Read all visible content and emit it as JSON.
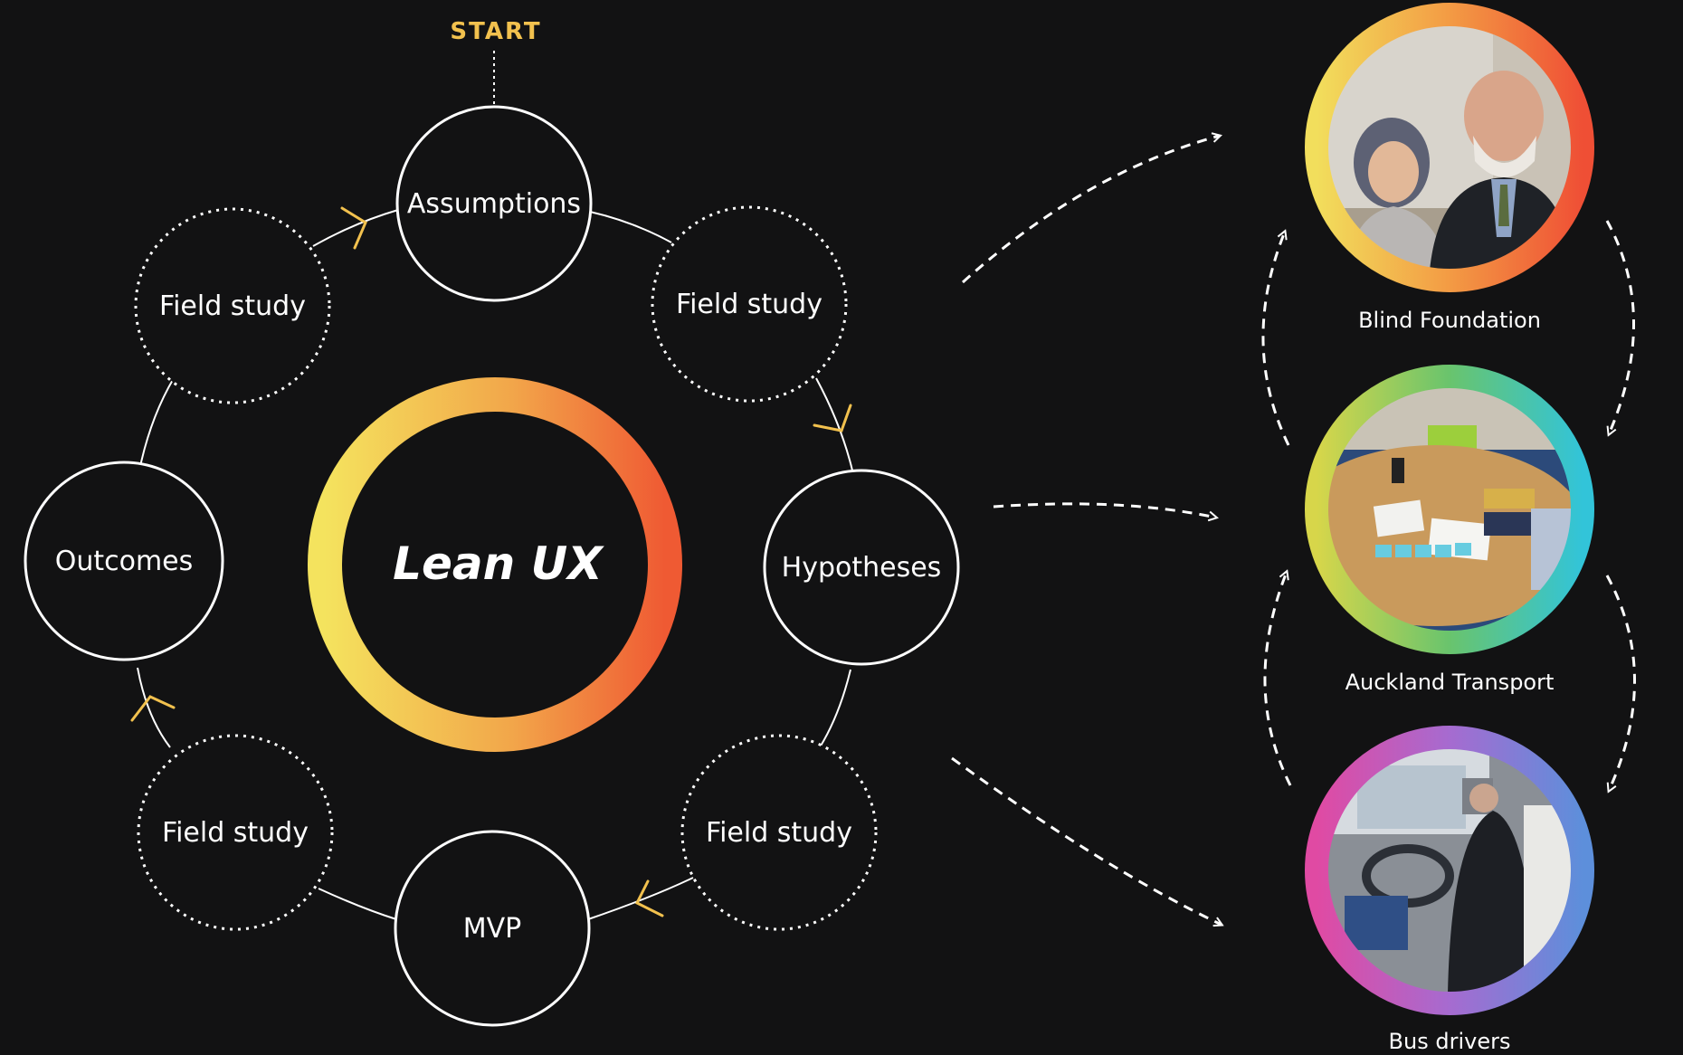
{
  "diagram": {
    "start_label": "START",
    "center_title": "Lean UX",
    "cycle": {
      "assumptions": "Assumptions",
      "field_study_top_right": "Field study",
      "hypotheses": "Hypotheses",
      "field_study_bottom_right": "Field study",
      "mvp": "MVP",
      "field_study_bottom_left": "Field study",
      "outcomes": "Outcomes",
      "field_study_top_left": "Field study"
    },
    "stakeholders": [
      {
        "label": "Blind Foundation",
        "photo": "people-photo"
      },
      {
        "label": "Auckland Transport",
        "photo": "meeting-table-photo"
      },
      {
        "label": "Bus drivers",
        "photo": "bus-driver-photo"
      }
    ]
  },
  "colors": {
    "background": "#121213",
    "accent": "#f2c14e",
    "ring_gradient": [
      "#f4e35e",
      "#f2a64a",
      "#ef5a33"
    ],
    "stakeholder_ring_1": [
      "#f2de5c",
      "#f39b44",
      "#ef4f35"
    ],
    "stakeholder_ring_2": [
      "#d7d64a",
      "#69c46d",
      "#32c4d9"
    ],
    "stakeholder_ring_3": [
      "#e04aa3",
      "#a66bd0",
      "#5d8fdb"
    ]
  }
}
